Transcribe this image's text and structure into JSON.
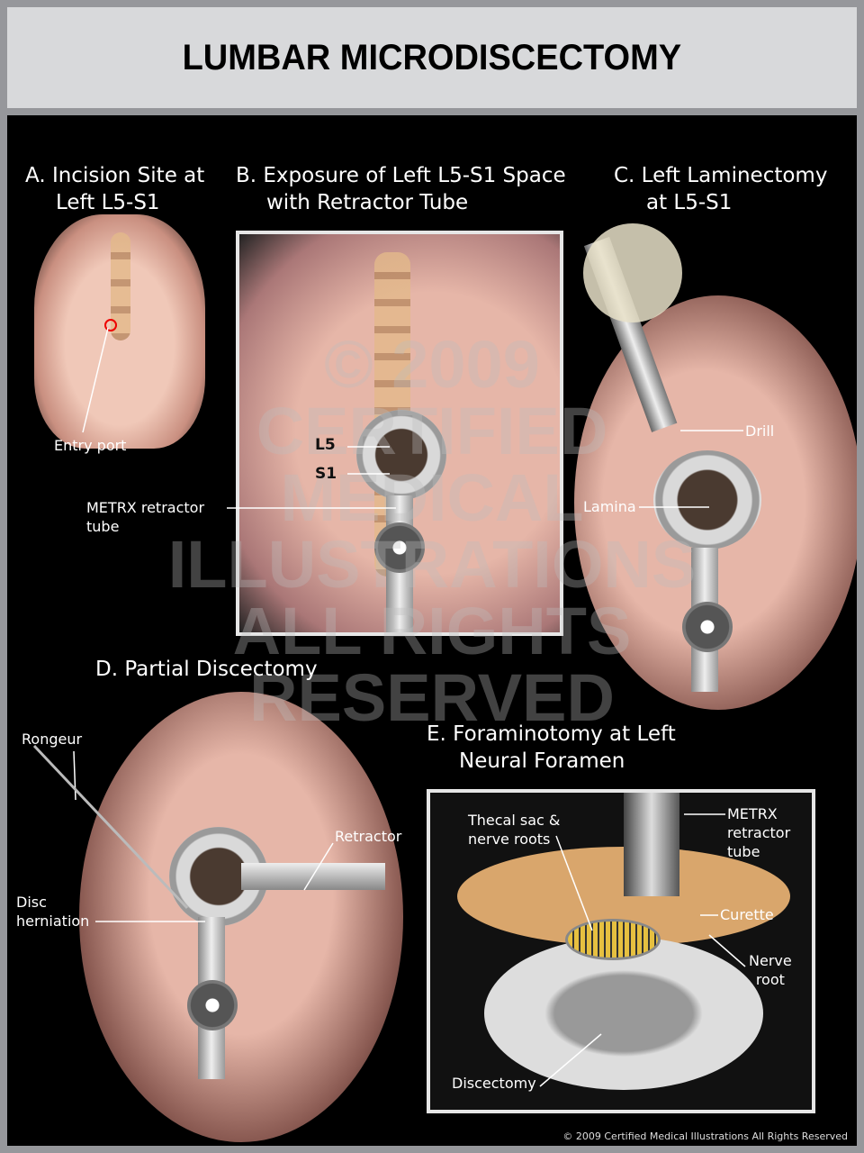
{
  "title": "LUMBAR MICRODISCECTOMY",
  "panels": {
    "a": {
      "heading_1": "A. Incision Site at",
      "heading_2": "Left L5-S1",
      "labels": {
        "entry_port": "Entry port"
      }
    },
    "b": {
      "heading_1": "B. Exposure of Left L5-S1 Space",
      "heading_2": "with Retractor Tube",
      "labels": {
        "l5": "L5",
        "s1": "S1",
        "metrx_1": "METRX retractor",
        "metrx_2": "tube"
      }
    },
    "c": {
      "heading_1": "C. Left Laminectomy",
      "heading_2": "at L5-S1",
      "labels": {
        "drill": "Drill",
        "lamina": "Lamina"
      }
    },
    "d": {
      "heading_1": "D. Partial Discectomy",
      "labels": {
        "rongeur": "Rongeur",
        "retractor": "Retractor",
        "disc_1": "Disc",
        "disc_2": "herniation"
      }
    },
    "e": {
      "heading_1": "E. Foraminotomy at Left",
      "heading_2": "Neural Foramen",
      "labels": {
        "thecal_1": "Thecal sac &",
        "thecal_2": "nerve roots",
        "metrx_1": "METRX",
        "metrx_2": "retractor",
        "metrx_3": "tube",
        "curette": "Curette",
        "nerve_1": "Nerve",
        "nerve_2": "root",
        "discectomy": "Discectomy"
      }
    }
  },
  "watermark": "© 2009 CERTIFIED MEDICAL ILLUSTRATIONS ALL RIGHTS RESERVED",
  "copyright": "© 2009 Certified Medical Illustrations All Rights Reserved",
  "colors": {
    "frame": "#96979b",
    "title_bg": "#d8d9db",
    "stage": "#000000",
    "skin": "#e8b7a4",
    "bone": "#e3b98a"
  }
}
